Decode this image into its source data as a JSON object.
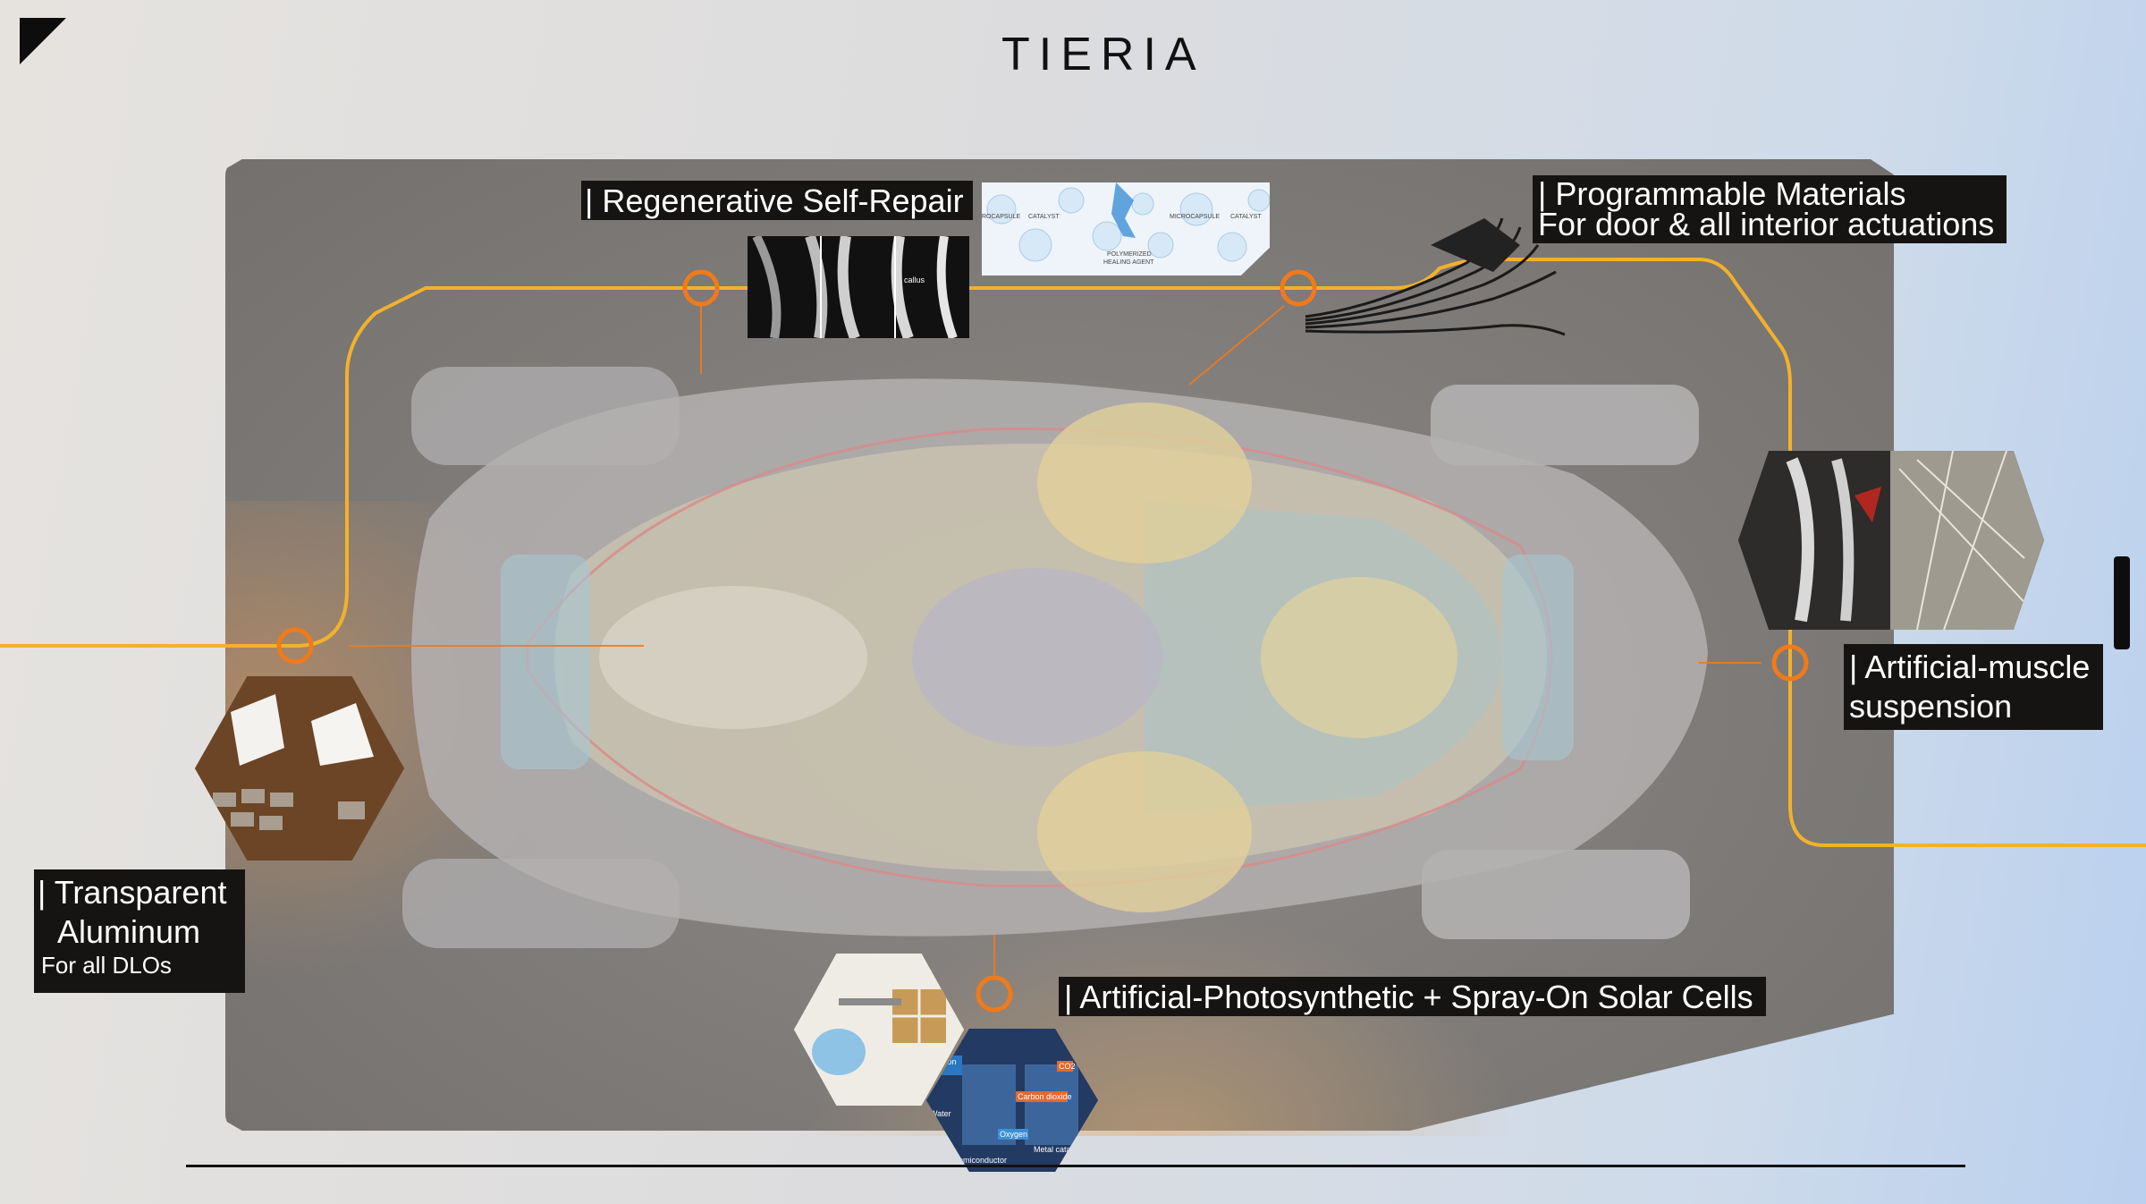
{
  "brand": {
    "name": "TIERIA"
  },
  "accent_color": "#f2b12c",
  "node_color": "#f07a1a",
  "callouts": {
    "self_repair": {
      "title": "| Regenerative Self-Repair"
    },
    "programmable": {
      "title": "| Programmable Materials",
      "subtitle": "For door & all interior actuations"
    },
    "muscle": {
      "line1": "| Artificial-muscle",
      "line2": "suspension"
    },
    "aluminum": {
      "line1": "| Transparent",
      "line2": "Aluminum",
      "subtitle": "For all DLOs"
    },
    "solar": {
      "title": "| Artificial-Photosynthetic + Spray-On Solar Cells"
    }
  },
  "diagram_labels": {
    "microcapsule": "MICROCAPSULE",
    "microcapsule_left": "ROCAPSULE",
    "catalyst": "CATALYST",
    "healing_agent_1": "POLYMERIZED",
    "healing_agent_2": "HEALING AGENT",
    "callus": "callus",
    "carbon_dioxide": "Carbon dioxide",
    "oxygen": "Oxygen",
    "metal_catalyst": "Metal catalyst",
    "semiconductor": "Semiconductor",
    "co2": "CO2",
    "water": "Water",
    "carbon_short": "Carbon"
  },
  "icons": {
    "corner": "corner-triangle-icon",
    "node": "ring-node-icon"
  }
}
